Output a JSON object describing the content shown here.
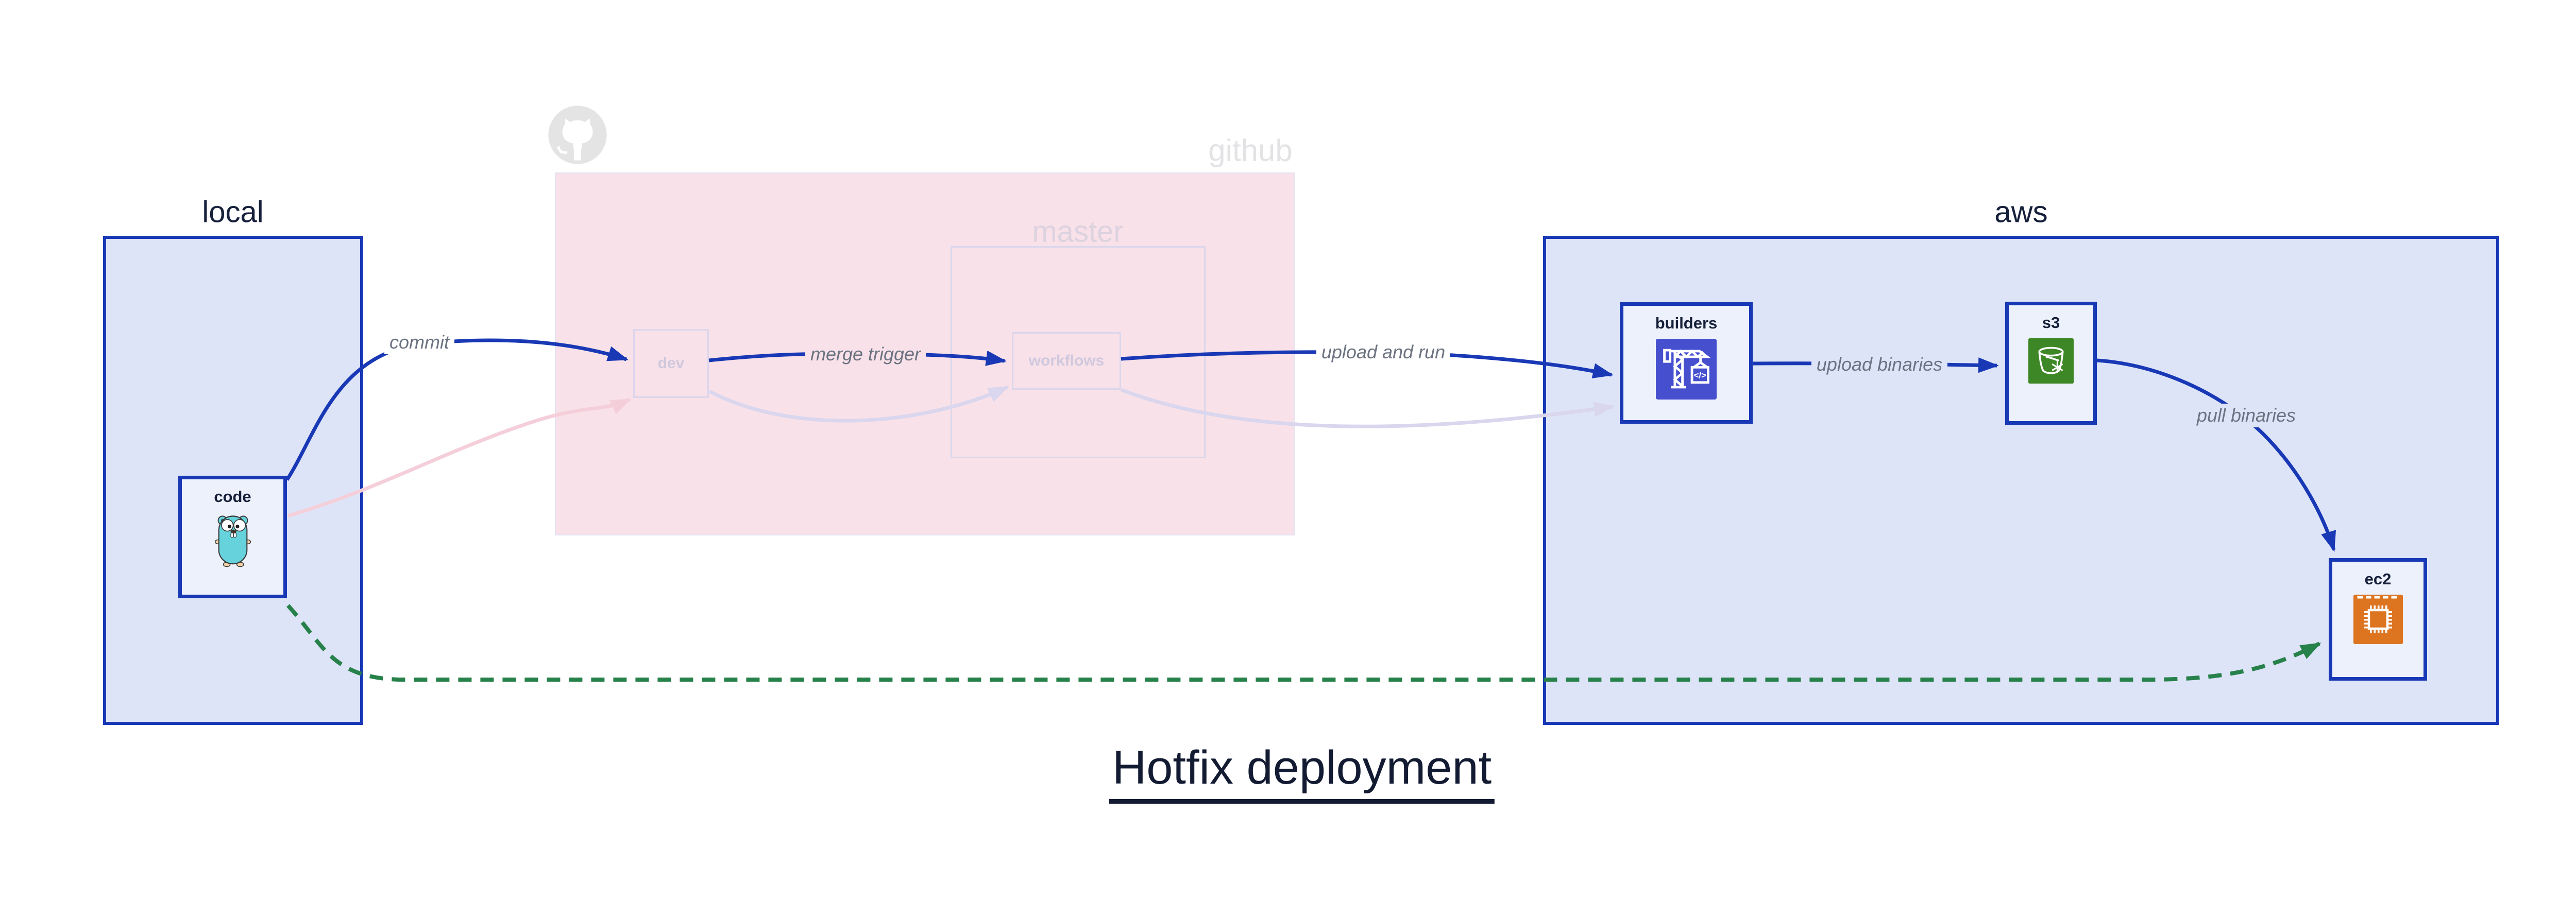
{
  "title": "Hotfix deployment",
  "groups": {
    "local": {
      "label": "local"
    },
    "github": {
      "label": "github",
      "master": {
        "label": "master"
      }
    },
    "aws": {
      "label": "aws"
    }
  },
  "nodes": {
    "code": {
      "label": "code",
      "icon": "go-gopher-icon"
    },
    "dev": {
      "label": "dev"
    },
    "workflows": {
      "label": "workflows"
    },
    "builders": {
      "label": "builders",
      "icon": "codebuild-crane-icon"
    },
    "s3": {
      "label": "s3",
      "icon": "s3-bucket-snowflake-icon"
    },
    "ec2": {
      "label": "ec2",
      "icon": "ec2-chip-icon"
    }
  },
  "edges": {
    "commit": {
      "label": "commit",
      "from": "code",
      "to": "dev",
      "style": "solid-blue"
    },
    "code_dev_faded": {
      "label": "",
      "from": "code",
      "to": "dev",
      "style": "faded-pink"
    },
    "merge_trigger": {
      "label": "merge trigger",
      "from": "dev",
      "to": "workflows",
      "style": "solid-blue"
    },
    "dev_workflows_faded": {
      "label": "",
      "from": "dev",
      "to": "workflows",
      "style": "faded-lavender"
    },
    "upload_and_run": {
      "label": "upload and run",
      "from": "workflows",
      "to": "builders",
      "style": "solid-blue"
    },
    "workflows_builders_faded": {
      "label": "",
      "from": "workflows",
      "to": "builders",
      "style": "faded-lavender"
    },
    "upload_binaries": {
      "label": "upload binaries",
      "from": "builders",
      "to": "s3",
      "style": "solid-blue"
    },
    "pull_binaries": {
      "label": "pull binaries",
      "from": "s3",
      "to": "ec2",
      "style": "solid-blue"
    },
    "hotfix_pull": {
      "label": "",
      "from": "code",
      "to": "ec2",
      "style": "dashed-green"
    }
  },
  "colors": {
    "blue": "#1838b5",
    "group_fill": "#dde4f8",
    "node_fill": "#edf1fb",
    "github_fill": "#f8e1e8",
    "github_border": "#e4e2f3",
    "faded_pink": "#f4cfda",
    "faded_lavender": "#d9d6ee",
    "faded_node_border": "#dbd6ec",
    "faded_text": "#cfc8de",
    "muted_gray": "#e3e3e6",
    "octocat_gray": "#e4e4e4",
    "label_gray": "#6b7280",
    "green": "#27814a",
    "builders_icon": "#4650cf",
    "s3_icon": "#3e8727",
    "ec2_icon": "#dd7420",
    "gopher_teal": "#66d3dc",
    "dark_text": "#16203a",
    "title_color": "#131b33"
  }
}
